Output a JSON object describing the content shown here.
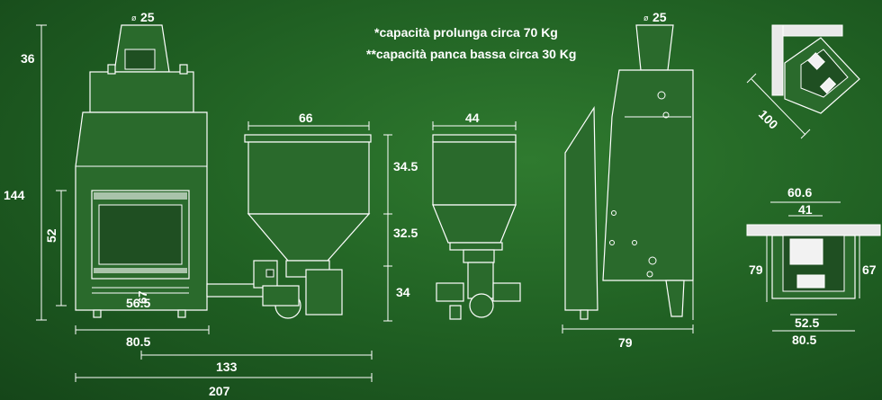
{
  "notes": {
    "note1": "*capacità prolunga circa 70 Kg",
    "note2": "**capacità panca bassa circa 30 Kg"
  },
  "flue": {
    "front_diameter": "25",
    "side_diameter": "25",
    "diameter_symbol": "ø"
  },
  "dimensions": {
    "d36": "36",
    "d144": "144",
    "d52": "52",
    "d56_5": "56.5",
    "d67_a": "67",
    "d80_5_front": "80.5",
    "d133": "133",
    "d207": "207",
    "d66": "66",
    "d34_5": "34.5",
    "d32_5": "32.5",
    "d34": "34",
    "d44": "44",
    "d79_side": "79",
    "d100": "100",
    "d60_6": "60.6",
    "d41": "41",
    "d79_plan": "79",
    "d67_plan": "67",
    "d52_5": "52.5",
    "d80_5_plan": "80.5"
  }
}
